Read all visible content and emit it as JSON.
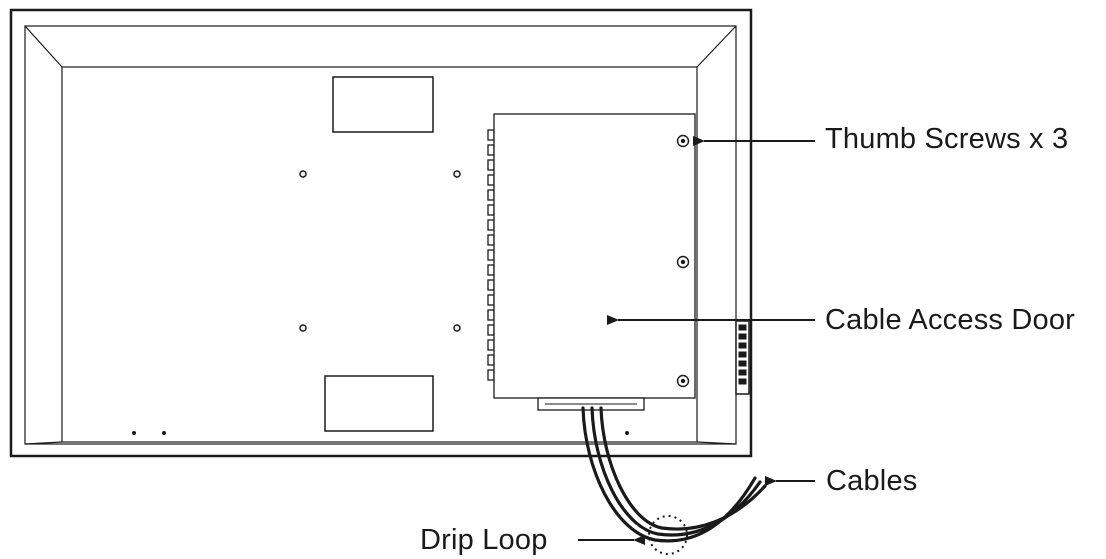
{
  "labels": {
    "thumb_screws": "Thumb Screws x 3",
    "cable_access_door": "Cable Access Door",
    "cables": "Cables",
    "drip_loop": "Drip Loop"
  },
  "colors": {
    "stroke": "#1a1a1a",
    "background": "#ffffff"
  }
}
